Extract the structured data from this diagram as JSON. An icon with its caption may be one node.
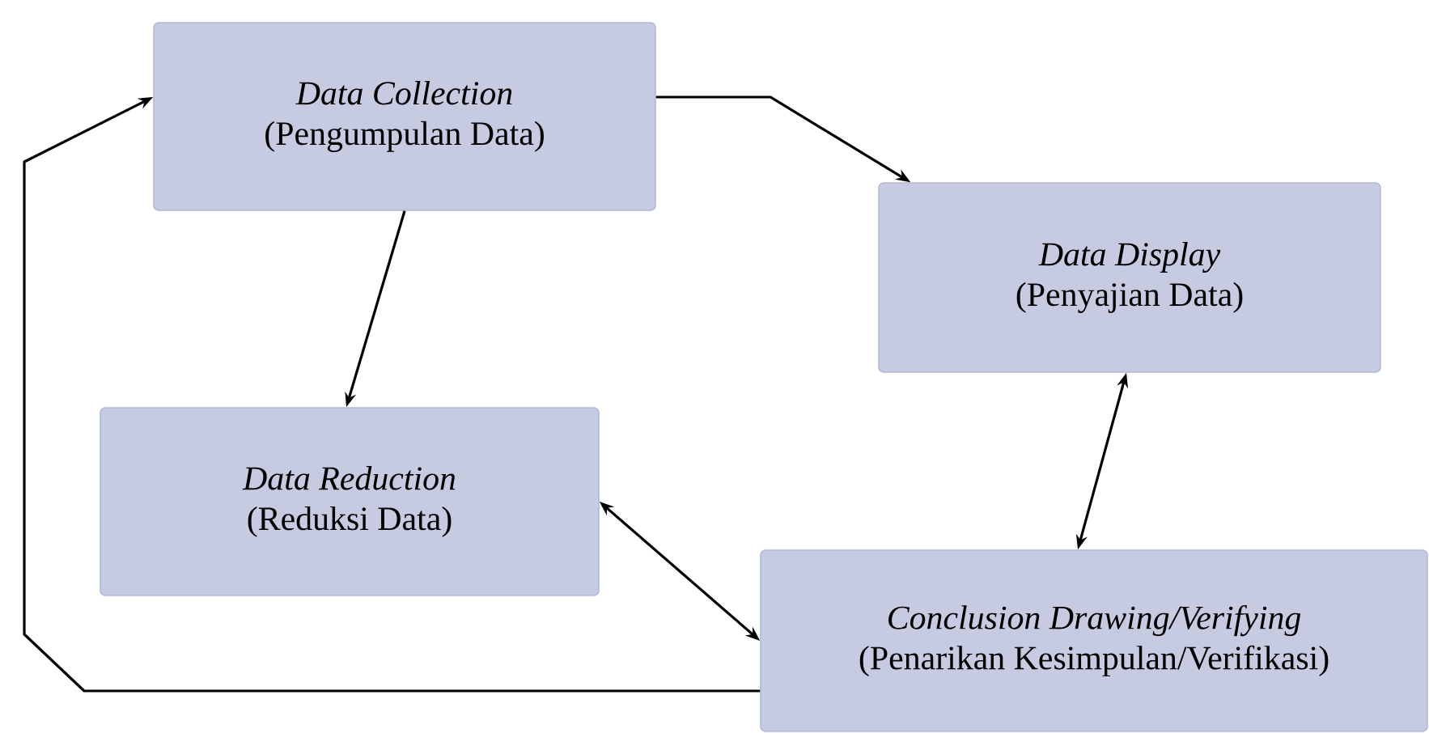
{
  "diagram": {
    "nodes": [
      {
        "text": [
          "Data Collection",
          "(Pengumpulan Data)"
        ]
      },
      {
        "text": [
          "Data Display",
          "(Penyajian Data)"
        ]
      },
      {
        "text": [
          "Data Reduction",
          "(Reduksi Data)"
        ]
      },
      {
        "text": [
          "Conclusion Drawing/Verifying",
          "(Penarikan Kesimpulan/Verifikasi)"
        ]
      }
    ],
    "edges": [
      {
        "from": 0,
        "to": 1,
        "arrow": "to"
      },
      {
        "from": 0,
        "to": 2,
        "arrow": "to"
      },
      {
        "from": 1,
        "to": 3,
        "arrow": "both"
      },
      {
        "from": 2,
        "to": 3,
        "arrow": "both"
      },
      {
        "from": 3,
        "to": 0,
        "arrow": "to"
      }
    ]
  }
}
